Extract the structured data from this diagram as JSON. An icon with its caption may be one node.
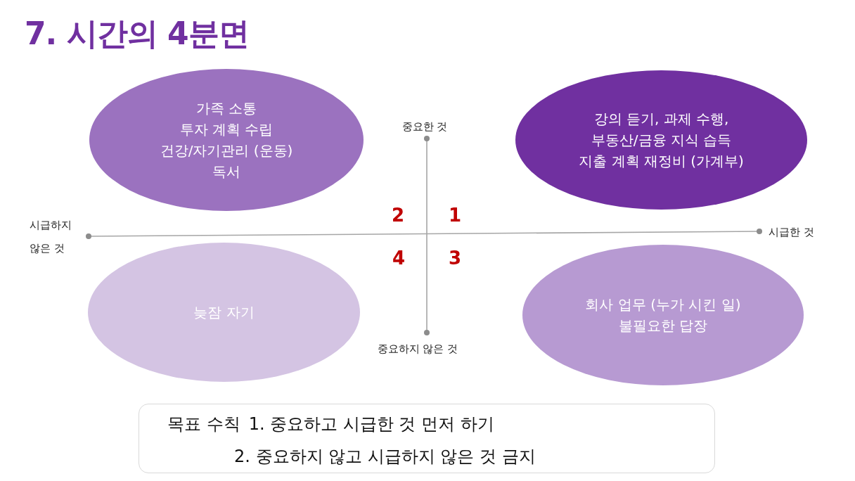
{
  "diagram": {
    "title": "7. 시간의 4분면",
    "nodes": [
      {
        "text": [
          "가족 소통",
          "투자 계획 수립",
          "건강/자기관리 (운동)",
          "독서"
        ]
      },
      {
        "text": [
          "강의 듣기, 과제 수행,",
          "부동산/금융 지식 습득",
          "지출 계획 재정비 (가계부)"
        ]
      },
      {
        "text": [
          "늦잠 자기"
        ]
      },
      {
        "text": [
          "회사 업무 (누가 시킨 일)",
          "불필요한 답장"
        ]
      },
      {
        "text": [
          "목표 수칙",
          "1. 중요하고 시급한 것 먼저 하기",
          "2. 중요하지 않고 시급하지 않은 것 금지"
        ]
      }
    ],
    "labels": [
      "중요한 것",
      "2",
      "1",
      "시급하지 않은 것",
      "시급한 것",
      "4",
      "3",
      "중요하지 않은 것"
    ]
  }
}
